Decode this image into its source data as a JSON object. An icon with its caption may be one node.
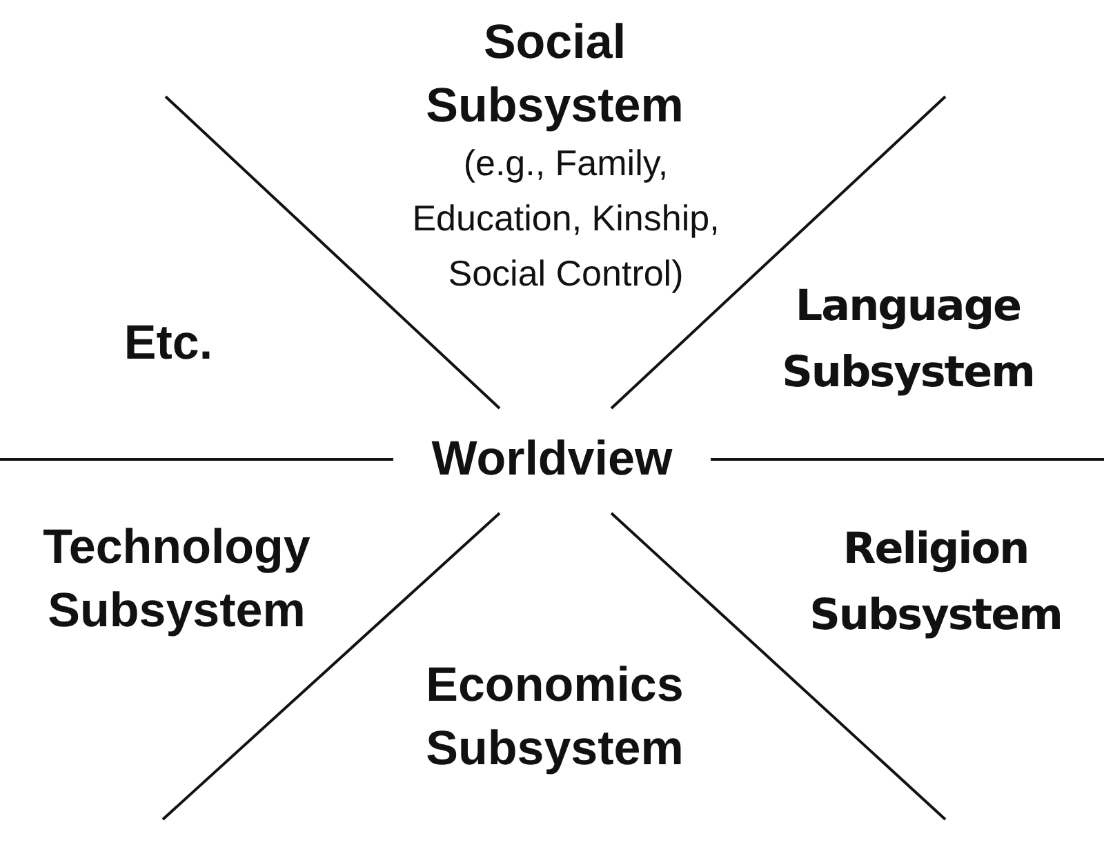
{
  "diagram": {
    "labels": [
      "Social Subsystem",
      "(e.g., Family, Education, Kinship, Social Control)",
      "Etc.",
      "Language Subsystem",
      "Worldview",
      "Technology Subsystem",
      "Religion Subsystem",
      "Economics Subsystem"
    ]
  }
}
